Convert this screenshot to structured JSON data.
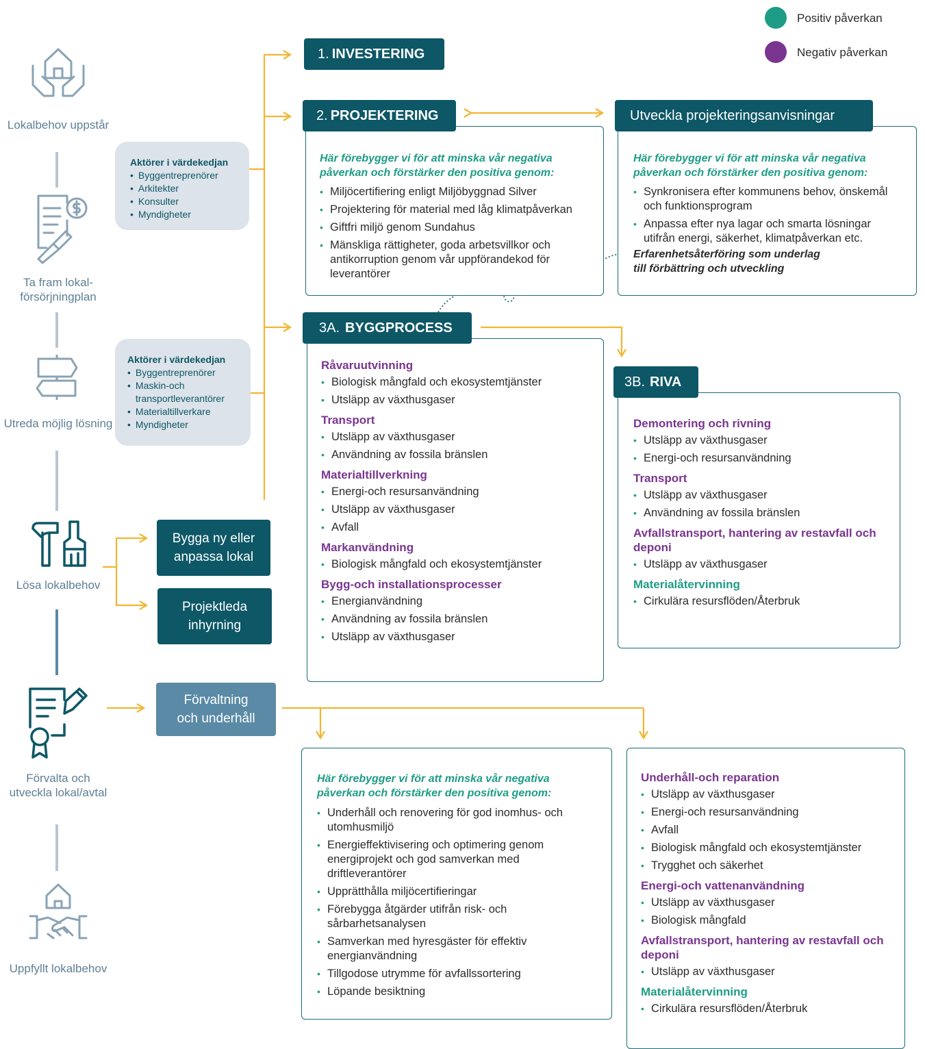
{
  "legend": {
    "positive": {
      "label": "Positiv påverkan",
      "color": "#1e9c86"
    },
    "negative": {
      "label": "Negativ påverkan",
      "color": "#7a3590"
    }
  },
  "colors": {
    "primary": "#0d5766",
    "arrow": "#f2b632",
    "muted": "#5a8aa5",
    "connector": "#b7c6d2"
  },
  "steps": [
    {
      "icon": "house-hands-icon",
      "label": "Lokalbehov uppstår"
    },
    {
      "icon": "document-dollar-icon",
      "label": "Ta fram lokal-försörjningplan"
    },
    {
      "icon": "signpost-icon",
      "label": "Utreda möjlig lösning"
    },
    {
      "icon": "hammer-brush-icon",
      "label": "Lösa lokalbehov"
    },
    {
      "icon": "contract-certificate-icon",
      "label": "Förvalta och utveckla lokal/avtal"
    },
    {
      "icon": "house-handshake-icon",
      "label": "Uppfyllt lokalbehov"
    }
  ],
  "actors": [
    {
      "title": "Aktörer i värdekedjan",
      "items": [
        "Byggentreprenörer",
        "Arkitekter",
        "Konsulter",
        "Myndigheter"
      ]
    },
    {
      "title": "Aktörer i värdekedjan",
      "items": [
        "Byggentreprenörer",
        "Maskin-och transportleverantörer",
        "Materialtillverkare",
        "Myndigheter"
      ]
    }
  ],
  "investering": {
    "num": "1.",
    "label": "INVESTERING"
  },
  "projektering": {
    "num": "2.",
    "label": "PROJEKTERING",
    "intro": "Här förebygger vi för att minska vår negativa påverkan och förstärker den positiva genom:",
    "items": [
      "Miljöcertifiering enligt Miljöbyggnad Silver",
      "Projektering för material med låg klimatpåverkan",
      "Giftfri miljö genom Sundahus",
      "Mänskliga rättigheter, goda arbetsvillkor och antikorruption genom vår uppförandekod för leverantörer"
    ]
  },
  "anvisningar": {
    "label": "Utveckla projekteringsanvisningar",
    "intro": "Här förebygger vi för att minska vår negativa påverkan och förstärker den positiva genom:",
    "items": [
      "Synkronisera efter kommunens behov, önskemål och funktionsprogram",
      "Anpassa efter nya lagar och smarta lösningar utifrån energi, säkerhet, klimatpåverkan etc."
    ],
    "feedback": "Erfarenhetsåterföring som underlag till förbättring och utveckling"
  },
  "byggprocess": {
    "num": "3A.",
    "label": "BYGGPROCESS",
    "groups": [
      {
        "title": "Råvaruutvinning",
        "items": [
          "Biologisk mångfald och ekosystemtjänster",
          "Utsläpp av växthusgaser"
        ]
      },
      {
        "title": "Transport",
        "items": [
          "Utsläpp av växthusgaser",
          "Användning av fossila bränslen"
        ]
      },
      {
        "title": "Materialtillverkning",
        "items": [
          "Energi-och resursanvändning",
          "Utsläpp av växthusgaser",
          "Avfall"
        ]
      },
      {
        "title": "Markanvändning",
        "items": [
          "Biologisk mångfald och ekosystemtjänster"
        ]
      },
      {
        "title": "Bygg-och installationsprocesser",
        "items": [
          "Energianvändning",
          "Användning av fossila bränslen",
          "Utsläpp av växthusgaser"
        ]
      }
    ]
  },
  "riva": {
    "num": "3B.",
    "label": "RIVA",
    "groups": [
      {
        "title": "Demontering och rivning",
        "items": [
          "Utsläpp av växthusgaser",
          "Energi-och resursanvändning"
        ]
      },
      {
        "title": "Transport",
        "items": [
          "Utsläpp av växthusgaser",
          "Användning av fossila bränslen"
        ]
      },
      {
        "title": "Avfallstransport, hantering av restavfall och deponi",
        "items": [
          "Utsläpp av växthusgaser"
        ]
      },
      {
        "title": "Materialåtervinning",
        "items": [
          "Cirkulära resursflöden/Återbruk"
        ],
        "positive": true
      }
    ]
  },
  "buttons": {
    "bygga": "Bygga ny eller anpassa lokal",
    "projektleda": "Projektleda inhyrning",
    "forvaltning": "Förvaltning och underhåll"
  },
  "forvaltning_positive": {
    "intro": "Här förebygger vi för att minska vår negativa påverkan och förstärker den positiva genom:",
    "items": [
      "Underhåll och renovering för god inomhus- och utomhusmiljö",
      "Energieffektivisering och optimering genom energiprojekt och god samverkan med driftleverantörer",
      "Upprätthålla miljöcertifieringar",
      "Förebygga åtgärder utifrån risk- och sårbarhetsanalysen",
      "Samverkan med hyresgäster för effektiv energianvändning",
      "Tillgodose utrymme för avfallssortering",
      "Löpande besiktning"
    ]
  },
  "forvaltning_negative": {
    "groups": [
      {
        "title": "Underhåll-och reparation",
        "items": [
          "Utsläpp av växthusgaser",
          "Energi-och resursanvändning",
          "Avfall",
          "Biologisk mångfald och ekosystemtjänster",
          "Trygghet och säkerhet"
        ]
      },
      {
        "title": "Energi-och vattenanvändning",
        "items": [
          "Utsläpp av växthusgaser",
          "Biologisk mångfald"
        ]
      },
      {
        "title": "Avfallstransport, hantering av restavfall och deponi",
        "items": [
          "Utsläpp av växthusgaser"
        ]
      },
      {
        "title": "Materialåtervinning",
        "items": [
          "Cirkulära resursflöden/Återbruk"
        ],
        "positive": true
      }
    ]
  }
}
